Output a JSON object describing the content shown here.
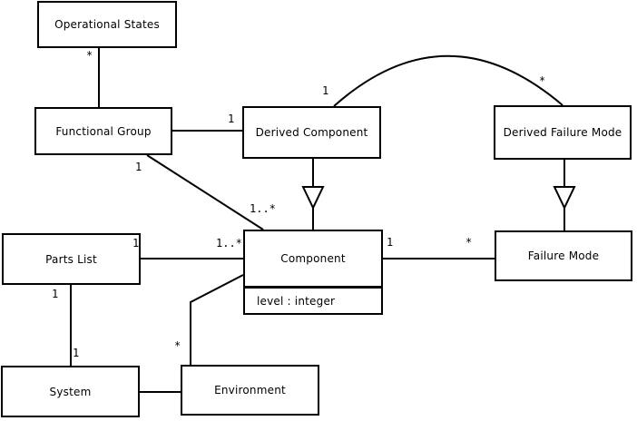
{
  "diagram": {
    "type": "uml-class-diagram",
    "background_color": "#ffffff",
    "line_color": "#000000",
    "text_color": "#000000"
  },
  "nodes": {
    "operational_states": {
      "label": "Operational States"
    },
    "functional_group": {
      "label": "Functional Group"
    },
    "derived_component": {
      "label": "Derived Component"
    },
    "derived_failure_mode": {
      "label": "Derived Failure Mode"
    },
    "parts_list": {
      "label": "Parts List"
    },
    "component": {
      "label": "Component",
      "attribute": "level : integer"
    },
    "failure_mode": {
      "label": "Failure Mode"
    },
    "system": {
      "label": "System"
    },
    "environment": {
      "label": "Environment"
    }
  },
  "multiplicities": {
    "ops_fg_star": "*",
    "fg_dc_one": "1",
    "fg_comp_one": "1",
    "fg_comp_many": "1..*",
    "arc_dc_one": "1",
    "arc_dfm_star": "*",
    "pl_comp_one": "1",
    "pl_comp_many": "1..*",
    "comp_fm_one": "1",
    "comp_fm_star": "*",
    "pl_sys_one_top": "1",
    "pl_sys_one_bottom": "1",
    "env_comp_star": "*"
  },
  "edges": [
    {
      "from": "Operational States",
      "to": "Functional Group",
      "type": "association",
      "from_label": "*",
      "to_label": ""
    },
    {
      "from": "Functional Group",
      "to": "Derived Component",
      "type": "association",
      "from_label": "",
      "to_label": "1"
    },
    {
      "from": "Functional Group",
      "to": "Component",
      "type": "association",
      "from_label": "1",
      "to_label": "1..*"
    },
    {
      "from": "Derived Component",
      "to": "Derived Failure Mode",
      "type": "association-arc",
      "from_label": "1",
      "to_label": "*"
    },
    {
      "from": "Derived Component",
      "to": "Component",
      "type": "generalization",
      "from_label": "",
      "to_label": ""
    },
    {
      "from": "Derived Failure Mode",
      "to": "Failure Mode",
      "type": "generalization",
      "from_label": "",
      "to_label": ""
    },
    {
      "from": "Parts List",
      "to": "Component",
      "type": "association",
      "from_label": "1",
      "to_label": "1..*"
    },
    {
      "from": "Parts List",
      "to": "System",
      "type": "association",
      "from_label": "1",
      "to_label": "1"
    },
    {
      "from": "System",
      "to": "Environment",
      "type": "association",
      "from_label": "",
      "to_label": ""
    },
    {
      "from": "Environment",
      "to": "Component",
      "type": "association",
      "from_label": "*",
      "to_label": ""
    },
    {
      "from": "Component",
      "to": "Failure Mode",
      "type": "association",
      "from_label": "1",
      "to_label": "*"
    }
  ]
}
